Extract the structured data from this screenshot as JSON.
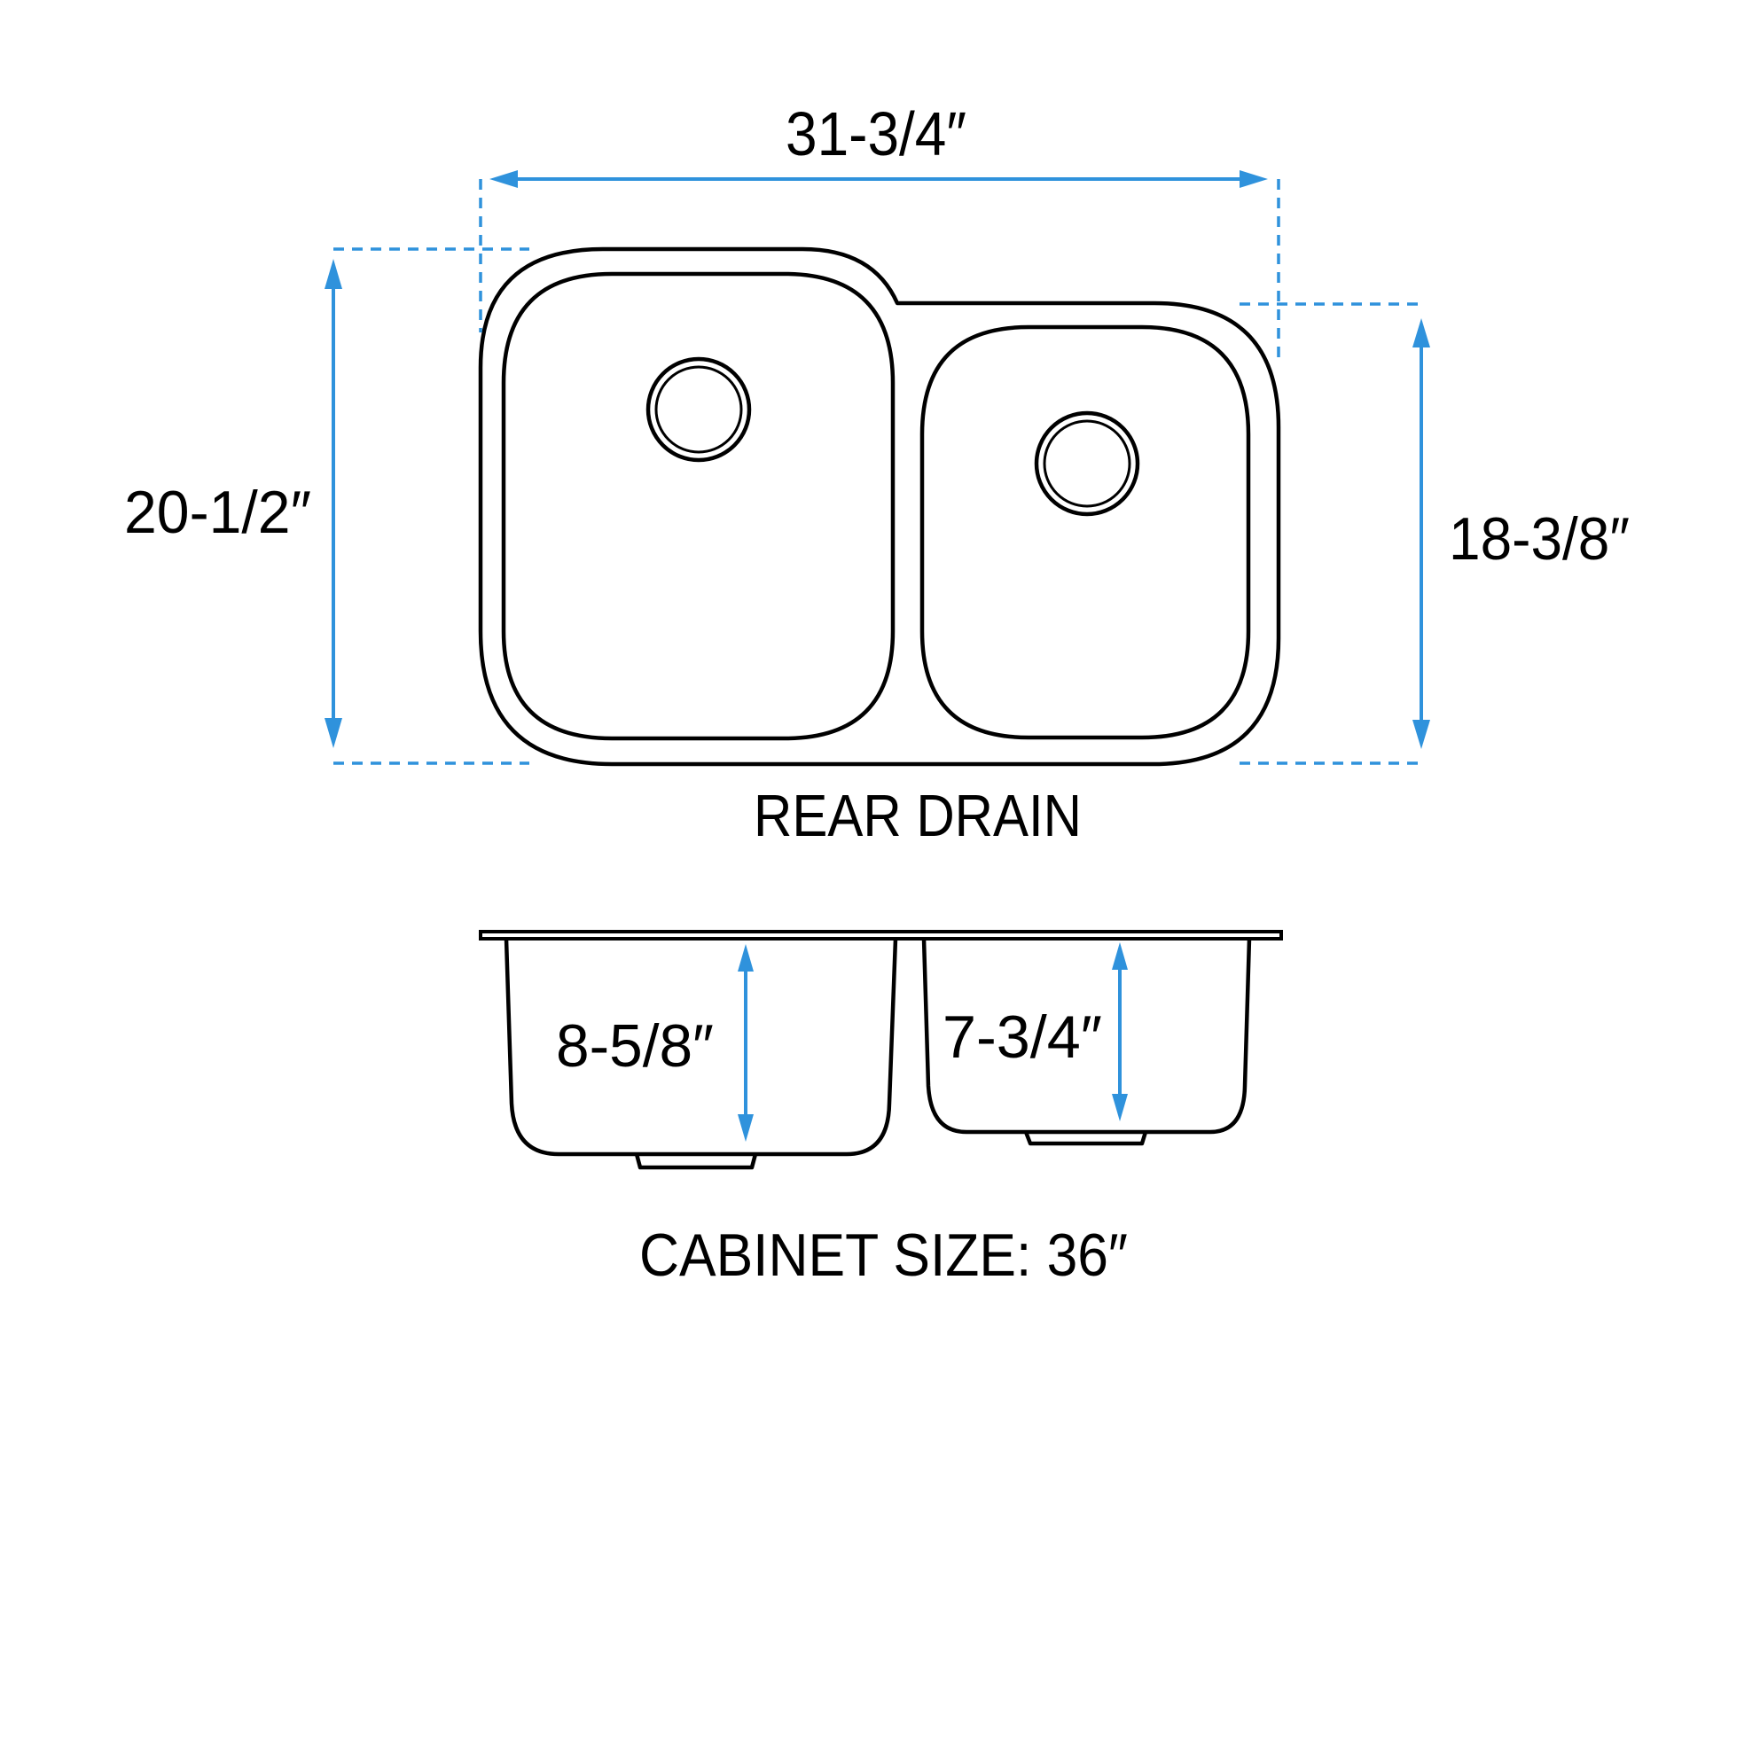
{
  "diagram": {
    "type": "undermount double-bowl kitchen sink dimension drawing",
    "colors": {
      "outline": "#000000",
      "dimension": "#2f92dc",
      "background": "#ffffff"
    },
    "top_view": {
      "overall_width": "31-3/4″",
      "overall_depth": "20-1/2″",
      "small_bowl_depth": "18-3/8″",
      "caption": "REAR DRAIN",
      "bowls": [
        {
          "name": "large-bowl",
          "drain": "drain-large-bowl"
        },
        {
          "name": "small-bowl",
          "drain": "drain-small-bowl"
        }
      ]
    },
    "side_view": {
      "large_bowl_depth": "8-5/8″",
      "small_bowl_depth": "7-3/4″"
    },
    "footer": {
      "cabinet_size": "CABINET SIZE: 36″"
    }
  }
}
